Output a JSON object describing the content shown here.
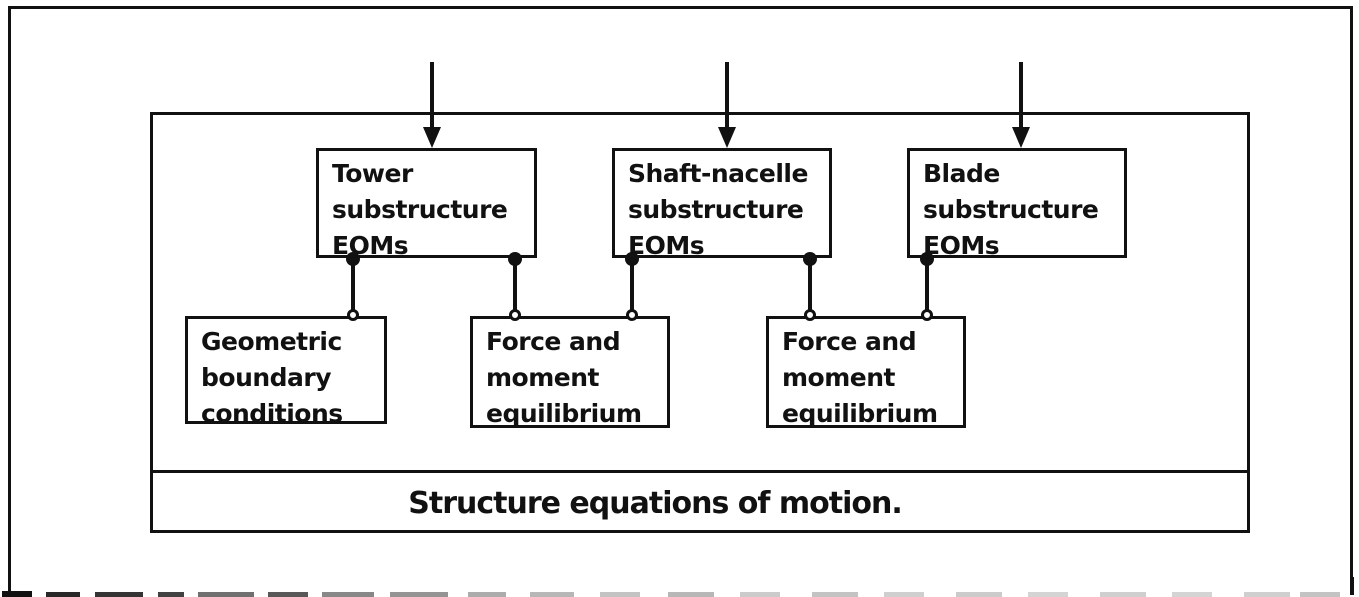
{
  "figure": {
    "banner": "Structure equations of motion.",
    "boxes": {
      "tower": "Tower\nsubstructure\nEOMs",
      "shaft_nacelle": "Shaft-nacelle\nsubstructure\nEOMs",
      "blade": "Blade\nsubstructure\nEOMs",
      "geometric": "Geometric\nboundary\nconditions",
      "force_moment_1": "Force and\nmoment\nequilibrium",
      "force_moment_2": "Force and\nmoment\nequilibrium"
    },
    "connections": {
      "tower_to_geometric": "Tower substructure EOMs - Geometric boundary conditions",
      "tower_to_force1": "Tower substructure EOMs - Force and moment equilibrium",
      "shaft_to_force1": "Shaft-nacelle substructure EOMs - Force and moment equilibrium",
      "shaft_to_force2": "Shaft-nacelle substructure EOMs - Force and moment equilibrium",
      "blade_to_force2": "Blade substructure EOMs - Force and moment equilibrium"
    },
    "input_arrows_count": "3",
    "colors": {
      "ink": "#111111",
      "paper": "#ffffff"
    }
  }
}
